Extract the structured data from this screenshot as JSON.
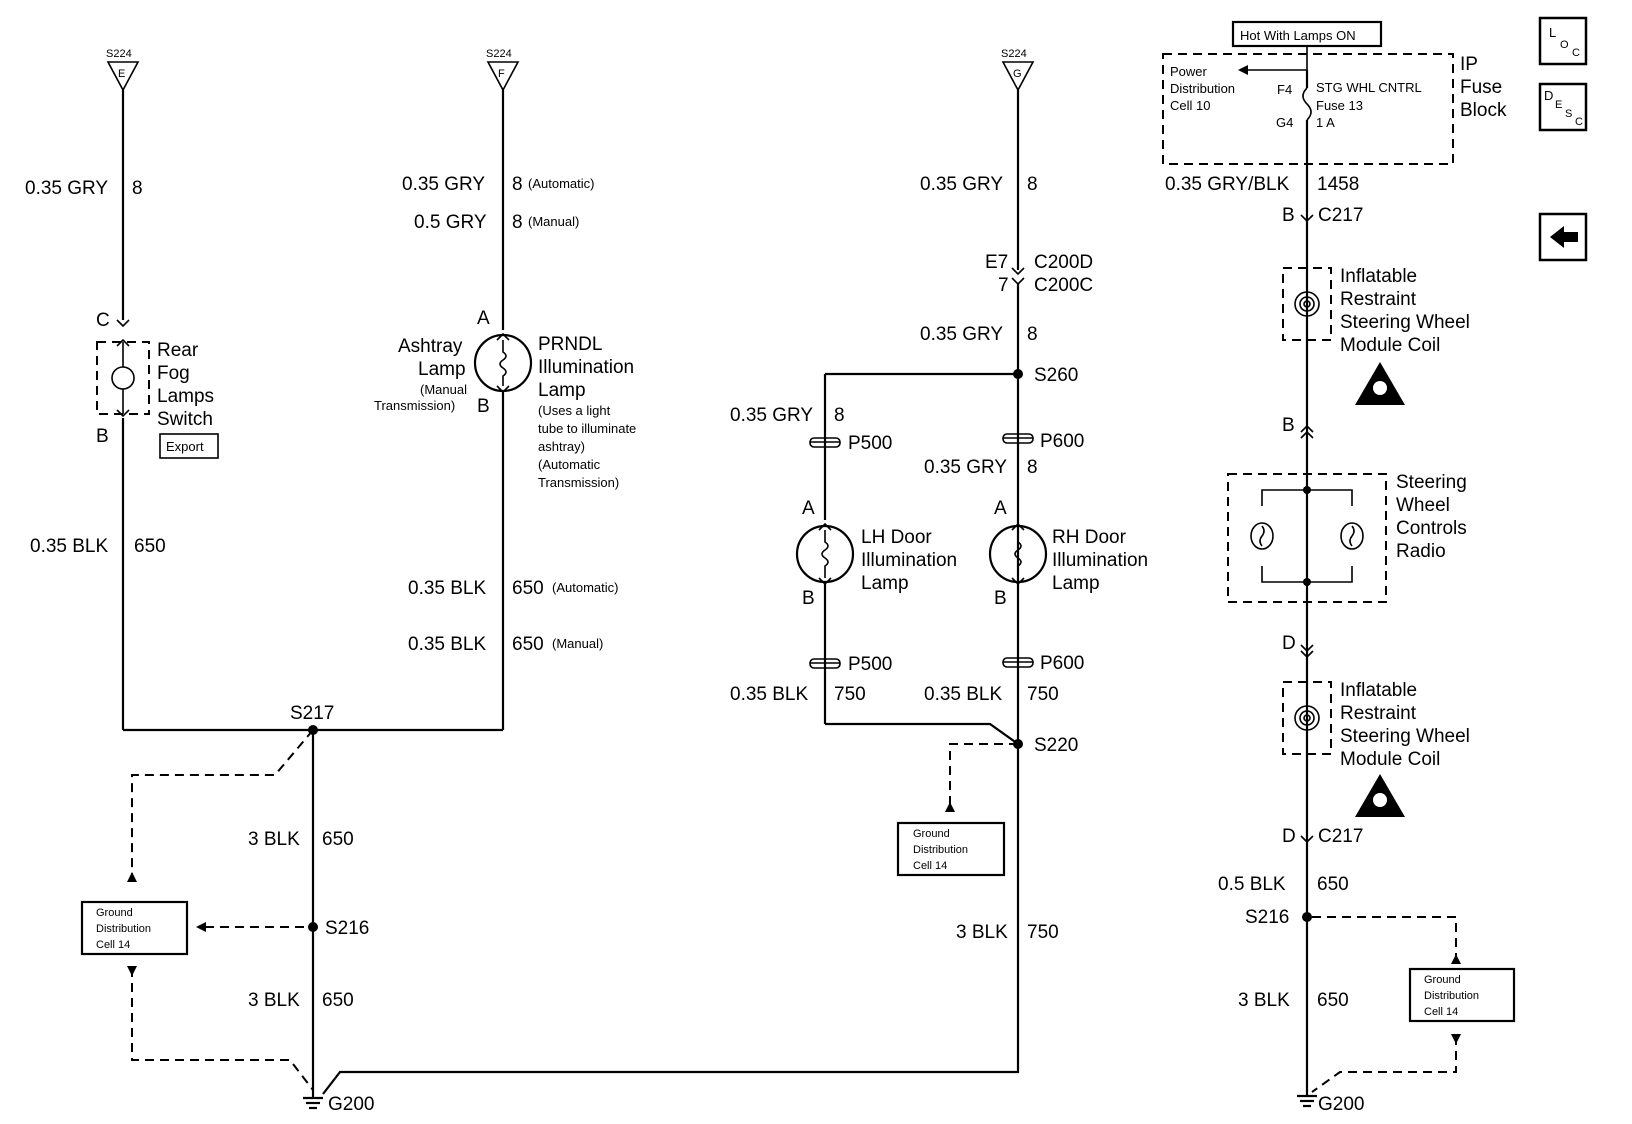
{
  "header": {
    "hot_label": "Hot With Lamps ON",
    "fuse_block": {
      "line1": "IP",
      "line2": "Fuse",
      "line3": "Block"
    },
    "power_dist": {
      "line1": "Power",
      "line2": "Distribution",
      "line3": "Cell 10"
    },
    "fuse": {
      "name": "STG WHL CNTRL",
      "number": "Fuse 13",
      "rating": "1 A",
      "pin_in": "F4",
      "pin_out": "G4"
    }
  },
  "nav": {
    "loc": {
      "big": "L",
      "sub1": "O",
      "sub2": "C"
    },
    "desc": {
      "big": "D",
      "sub1": "E",
      "sub2": "S",
      "sub3": "C"
    },
    "back_icon": "left-arrow-icon"
  },
  "s224": {
    "label": "S224",
    "e": "E",
    "f": "F",
    "g": "G"
  },
  "circuit_e": {
    "wire_top": {
      "gauge": "0.35 GRY",
      "circuit": "8"
    },
    "pin_top": "C",
    "pin_bottom": "B",
    "component": {
      "line1": "Rear",
      "line2": "Fog",
      "line3": "Lamps",
      "line4": "Switch"
    },
    "tag": "Export",
    "wire_bottom": {
      "gauge": "0.35 BLK",
      "circuit": "650"
    }
  },
  "circuit_f": {
    "wire_top_auto": {
      "gauge": "0.35 GRY",
      "circuit": "8",
      "note": "(Automatic)"
    },
    "wire_top_man": {
      "gauge": "0.5 GRY",
      "circuit": "8",
      "note": "(Manual)"
    },
    "pin_top": "A",
    "pin_bottom": "B",
    "ashtray": {
      "line1": "Ashtray",
      "line2": "Lamp",
      "line3": "(Manual",
      "line4": "Transmission)"
    },
    "prndl": {
      "line1": "PRNDL",
      "line2": "Illumination",
      "line3": "Lamp",
      "note1": "(Uses a light",
      "note2": "tube to illuminate",
      "note3": "ashtray)",
      "note4": "(Automatic",
      "note5": "Transmission)"
    },
    "wire_bottom_auto": {
      "gauge": "0.35 BLK",
      "circuit": "650",
      "note": "(Automatic)"
    },
    "wire_bottom_man": {
      "gauge": "0.35 BLK",
      "circuit": "650",
      "note": "(Manual)"
    }
  },
  "ground_left": {
    "splice_top": "S217",
    "wire1": {
      "gauge": "3 BLK",
      "circuit": "650"
    },
    "splice_mid": "S216",
    "wire2": {
      "gauge": "3 BLK",
      "circuit": "650"
    },
    "ground": "G200",
    "gdc": {
      "line1": "Ground",
      "line2": "Distribution",
      "line3": "Cell 14"
    }
  },
  "circuit_g": {
    "wire_top": {
      "gauge": "0.35 GRY",
      "circuit": "8"
    },
    "conn_d": {
      "pin": "E7",
      "name": "C200D"
    },
    "conn_c": {
      "pin": "7",
      "name": "C200C"
    },
    "wire_mid": {
      "gauge": "0.35 GRY",
      "circuit": "8"
    },
    "splice": "S260",
    "lh": {
      "wire_top": {
        "gauge": "0.35 GRY",
        "circuit": "8"
      },
      "conn": "P500",
      "pin_top": "A",
      "pin_bottom": "B",
      "component": {
        "line1": "LH Door",
        "line2": "Illumination",
        "line3": "Lamp"
      },
      "conn_bottom": "P500",
      "wire_bottom": {
        "gauge": "0.35 BLK",
        "circuit": "750"
      }
    },
    "rh": {
      "conn": "P600",
      "wire_top": {
        "gauge": "0.35 GRY",
        "circuit": "8"
      },
      "pin_top": "A",
      "pin_bottom": "B",
      "component": {
        "line1": "RH Door",
        "line2": "Illumination",
        "line3": "Lamp"
      },
      "conn_bottom": "P600",
      "wire_bottom": {
        "gauge": "0.35 BLK",
        "circuit": "750"
      }
    },
    "splice_bottom": "S220",
    "wire_ground": {
      "gauge": "3 BLK",
      "circuit": "750"
    },
    "gdc": {
      "line1": "Ground",
      "line2": "Distribution",
      "line3": "Cell 14"
    }
  },
  "circuit_right": {
    "wire_top": {
      "gauge": "0.35 GRY/BLK",
      "circuit": "1458"
    },
    "c217_top": {
      "pin": "B",
      "name": "C217"
    },
    "coil_top": {
      "line1": "Inflatable",
      "line2": "Restraint",
      "line3": "Steering Wheel",
      "line4": "Module Coil"
    },
    "pin_b": "B",
    "radio": {
      "line1": "Steering",
      "line2": "Wheel",
      "line3": "Controls",
      "line4": "Radio"
    },
    "pin_d": "D",
    "coil_bottom": {
      "line1": "Inflatable",
      "line2": "Restraint",
      "line3": "Steering Wheel",
      "line4": "Module Coil"
    },
    "c217_bottom": {
      "pin": "D",
      "name": "C217"
    },
    "wire_mid": {
      "gauge": "0.5 BLK",
      "circuit": "650"
    },
    "splice": "S216",
    "wire_bottom": {
      "gauge": "3 BLK",
      "circuit": "650"
    },
    "ground": "G200",
    "gdc": {
      "line1": "Ground",
      "line2": "Distribution",
      "line3": "Cell 14"
    }
  }
}
